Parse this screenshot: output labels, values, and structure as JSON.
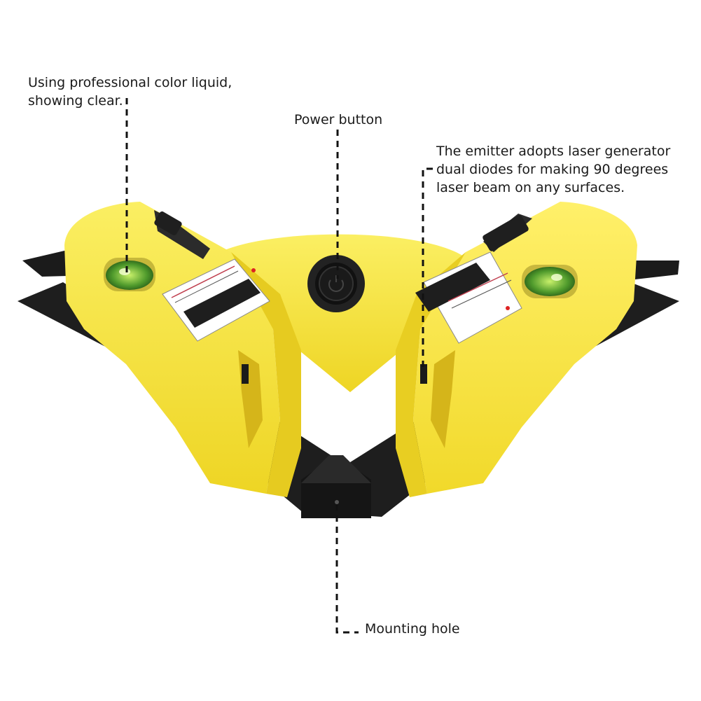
{
  "callouts": {
    "liquid": "Using professional color liquid,\nshowing clear.",
    "power": "Power button",
    "emitter": "The emitter adopts laser generator\ndual diodes for making 90 degrees\nlaser beam on any surfaces.",
    "mounting": "Mounting hole"
  },
  "colors": {
    "body_yellow": "#f5e63c",
    "body_shadow": "#e0c51c",
    "base_black": "#1c1c1c",
    "label_white": "#ffffff",
    "vial_green": "#4a8f2a"
  }
}
